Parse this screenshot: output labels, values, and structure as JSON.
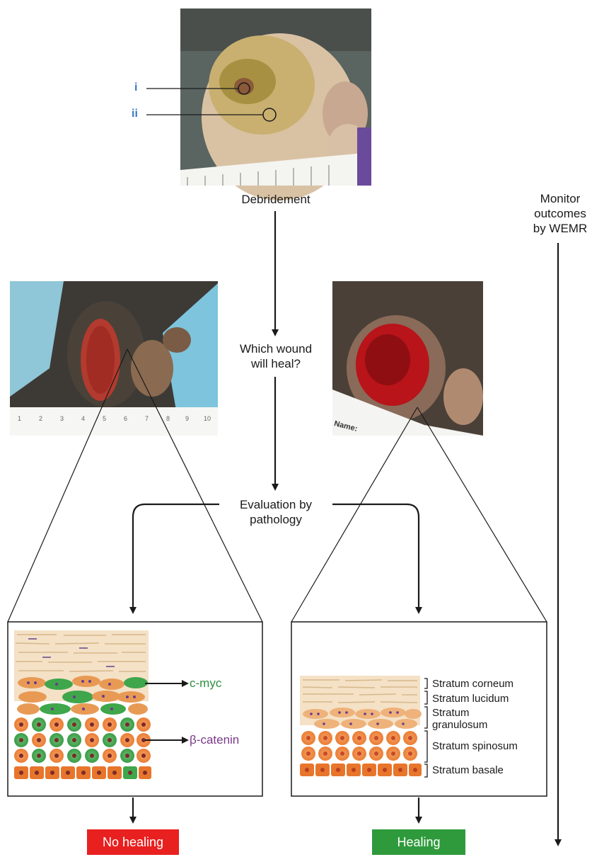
{
  "photos": {
    "top_label_i": "i",
    "top_label_ii": "ii",
    "right_photo_caption": "Name:"
  },
  "flow": {
    "debridement": "Debridement",
    "question_line1": "Which wound",
    "question_line2": "will heal?",
    "evaluation_line1": "Evaluation by",
    "evaluation_line2": "pathology",
    "monitor_line1": "Monitor",
    "monitor_line2": "outcomes",
    "monitor_line3": "by WEMR"
  },
  "left_panel": {
    "marker_cmyc": "c-myc",
    "marker_bcatenin": "β-catenin",
    "outcome": "No healing"
  },
  "right_panel": {
    "layers": [
      "Stratum corneum",
      "Stratum lucidum",
      "Stratum",
      "granulosum",
      "Stratum spinosum",
      "Stratum basale"
    ],
    "outcome": "Healing"
  },
  "colors": {
    "no_healing": "#e8201f",
    "healing": "#2f9a3c",
    "cmyc_text": "#2e8f3e",
    "bcatenin_text": "#7a3a8a",
    "label_blue": "#3a78c2",
    "cell_orange": "#f0843a",
    "cell_green": "#3fa64b",
    "corneum": "#f2ddc0"
  }
}
